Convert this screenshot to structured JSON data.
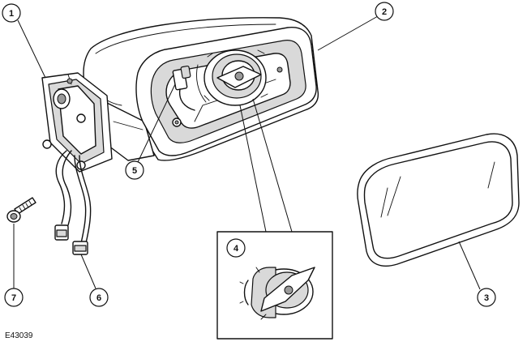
{
  "callouts": [
    {
      "id": "1",
      "label": "1"
    },
    {
      "id": "2",
      "label": "2"
    },
    {
      "id": "3",
      "label": "3"
    },
    {
      "id": "4",
      "label": "4"
    },
    {
      "id": "5",
      "label": "5"
    },
    {
      "id": "6",
      "label": "6"
    },
    {
      "id": "7",
      "label": "7"
    }
  ],
  "figure_ref": "E43039"
}
